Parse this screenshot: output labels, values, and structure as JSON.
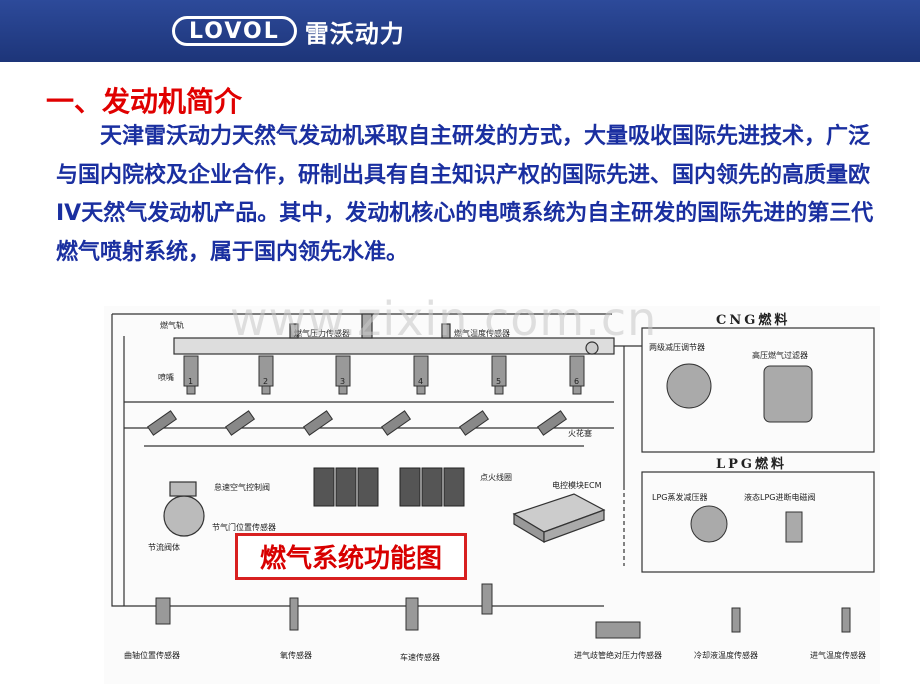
{
  "header": {
    "logo_en": "LOVOL",
    "logo_cn": "雷沃动力"
  },
  "section_title": "一、发动机简介",
  "paragraph": "天津雷沃动力天然气发动机采取自主研发的方式，大量吸收国际先进技术，广泛与国内院校及企业合作，研制出具有自主知识产权的国际先进、国内领先的高质量欧IV天然气发动机产品。其中，发动机核心的电喷系统为自主研发的国际先进的第三代燃气喷射系统，属于国内领先水准。",
  "diagram": {
    "caption": "燃气系统功能图",
    "watermark": "www.zixin.com.cn",
    "labels": {
      "fuel_rail": "燃气轨",
      "injector": "喷嘴",
      "pressure_sensor": "燃气压力传感器",
      "temp_sensor": "燃气温度传感器",
      "spark_plug": "火花塞",
      "ignition_coil": "点火线圈",
      "idle_valve": "怠速空气控制阀",
      "throttle_sensor": "节气门位置传感器",
      "throttle_body": "节流阀体",
      "ecm": "电控模块ECM",
      "cng_title": "CNG燃料",
      "cng_regulator": "两级减压调节器",
      "cng_filter": "高压燃气过滤器",
      "lpg_title": "LPG燃料",
      "lpg_vaporizer": "LPG蒸发减压器",
      "lpg_valve": "液态LPG进断电磁阀",
      "crank_sensor": "曲轴位置传感器",
      "oxygen_sensor": "氧传感器",
      "speed_sensor": "车速传感器",
      "map_sensor": "进气歧管绝对压力传感器",
      "coolant_sensor": "冷却液温度传感器",
      "intake_temp_sensor": "进气温度传感器"
    },
    "injector_numbers": [
      "1",
      "2",
      "3",
      "4",
      "5",
      "6"
    ]
  }
}
